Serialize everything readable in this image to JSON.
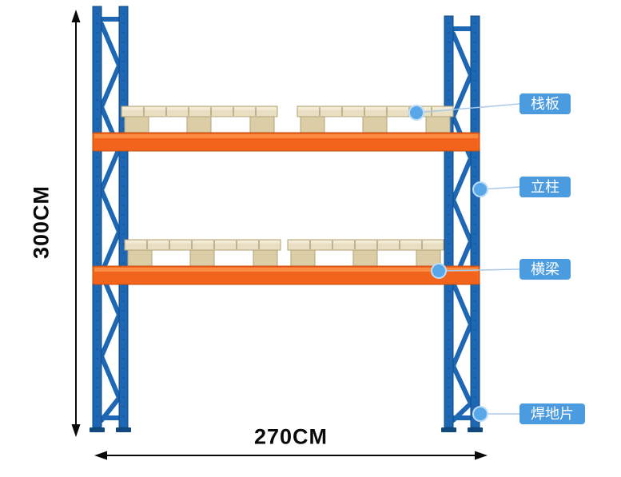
{
  "diagram": {
    "dimensions": {
      "height": "300CM",
      "width": "270CM"
    },
    "callouts": [
      {
        "id": "pallet",
        "text": "栈板"
      },
      {
        "id": "upright",
        "text": "立柱"
      },
      {
        "id": "beam",
        "text": "横梁"
      },
      {
        "id": "footplate",
        "text": "焊地片"
      }
    ],
    "colors": {
      "upright_blue": "#1d67b5",
      "upright_dark": "#11497f",
      "beam_orange": "#f2641c",
      "beam_dark": "#c14e10",
      "pallet_wood": "#e9dfc2",
      "pallet_block": "#dbcda6",
      "pallet_line": "#b3a379",
      "label_bg": "#4a9be0",
      "dot_fill": "#58a7e9",
      "leader_line": "#aac9e6",
      "dimension_color": "#0a0a0a"
    }
  }
}
